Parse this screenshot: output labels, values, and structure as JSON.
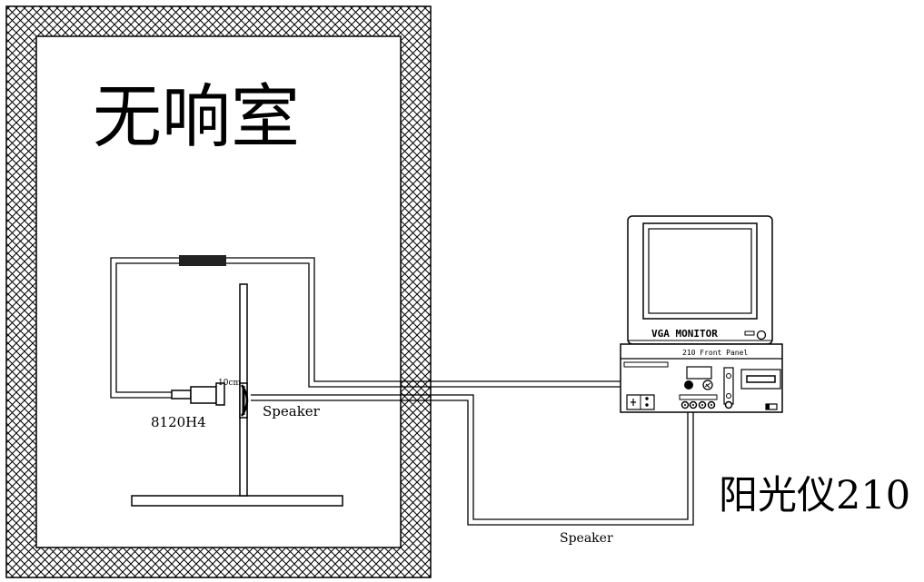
{
  "room": {
    "title": "无响室"
  },
  "device": {
    "title": "阳光仪210"
  },
  "mic": {
    "label": "8120H4",
    "distance": "10cm"
  },
  "speaker": {
    "label_inside": "Speaker",
    "label_cable": "Speaker"
  },
  "monitor": {
    "label": "VGA  MONITOR"
  },
  "analyzer": {
    "panel_label": "210 Front Panel"
  }
}
